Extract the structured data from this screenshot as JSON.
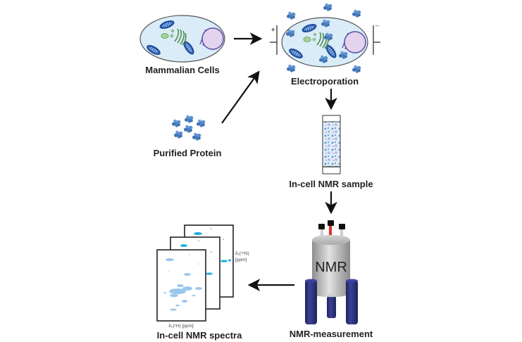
{
  "labels": {
    "mammalian_cells": "Mammalian Cells",
    "purified_protein": "Purified Protein",
    "electroporation": "Electroporation",
    "sample": "In-cell NMR sample",
    "measurement": "NMR-measurement",
    "spectra": "In-cell NMR spectra",
    "magnet_text": "NMR",
    "electrode_plus": "+",
    "electrode_minus": "–"
  },
  "axes": {
    "y_label_line1": "δ₁(¹⁵N)",
    "y_label_line2": "[ppm]",
    "x_label": "δ₂(¹H) [ppm]"
  },
  "colors": {
    "cell_fill": "#d9ecf7",
    "cell_stroke": "#555555",
    "mito_fill": "#1f4fa0",
    "golgi": "#4f8f4f",
    "nucleus_fill": "#e3d3ec",
    "nucleus_stroke": "#5a4aa6",
    "protein": "#4a7fc0",
    "spectrum_peak_light": "#9cc7ea",
    "spectrum_peak_bright": "#1ea9e0",
    "magnet_body": "#b9b9b9",
    "magnet_legs": "#2e3479",
    "probe_red": "#e2302c",
    "text": "#231f20"
  }
}
